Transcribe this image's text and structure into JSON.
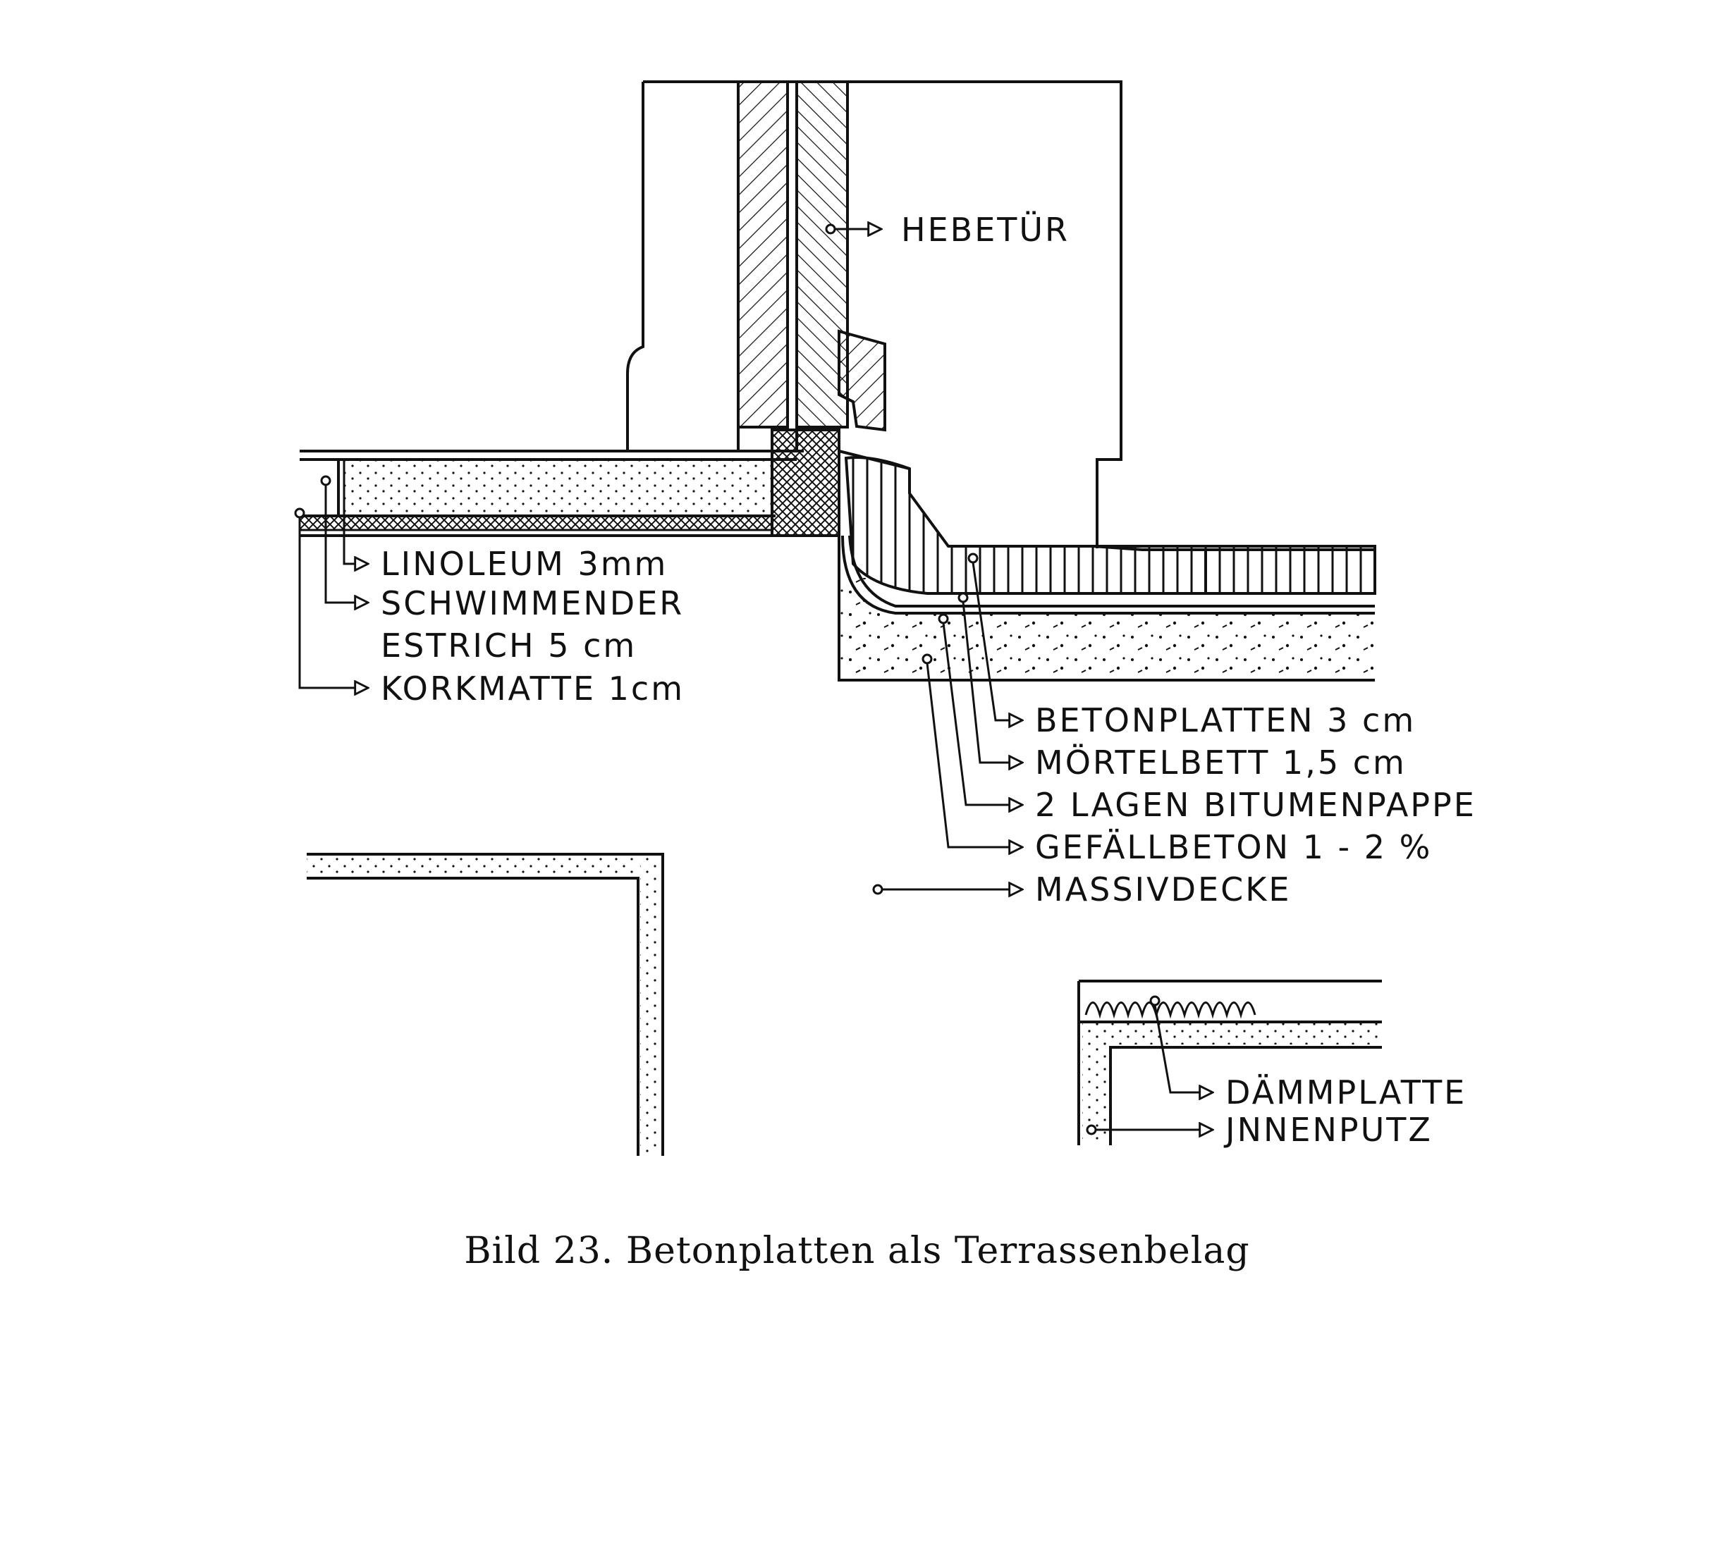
{
  "labels": {
    "hebetuer": "HEBETÜR",
    "linoleum": "LINOLEUM 3mm",
    "estrich_1": "SCHWIMMENDER",
    "estrich_2": "ESTRICH 5 cm",
    "korkmatte": "KORKMATTE 1cm",
    "betonplatten": "BETONPLATTEN 3 cm",
    "moertelbett": "MÖRTELBETT 1,5 cm",
    "bitumenpappe": "2 LAGEN BITUMENPAPPE",
    "gefaellbeton": "GEFÄLLBETON 1 - 2 %",
    "massivdecke": "MASSIVDECKE",
    "daemmplatte": "DÄMMPLATTE",
    "innenputz": "JNNENPUTZ"
  },
  "caption": "Bild 23. Betonplatten als Terrassenbelag"
}
